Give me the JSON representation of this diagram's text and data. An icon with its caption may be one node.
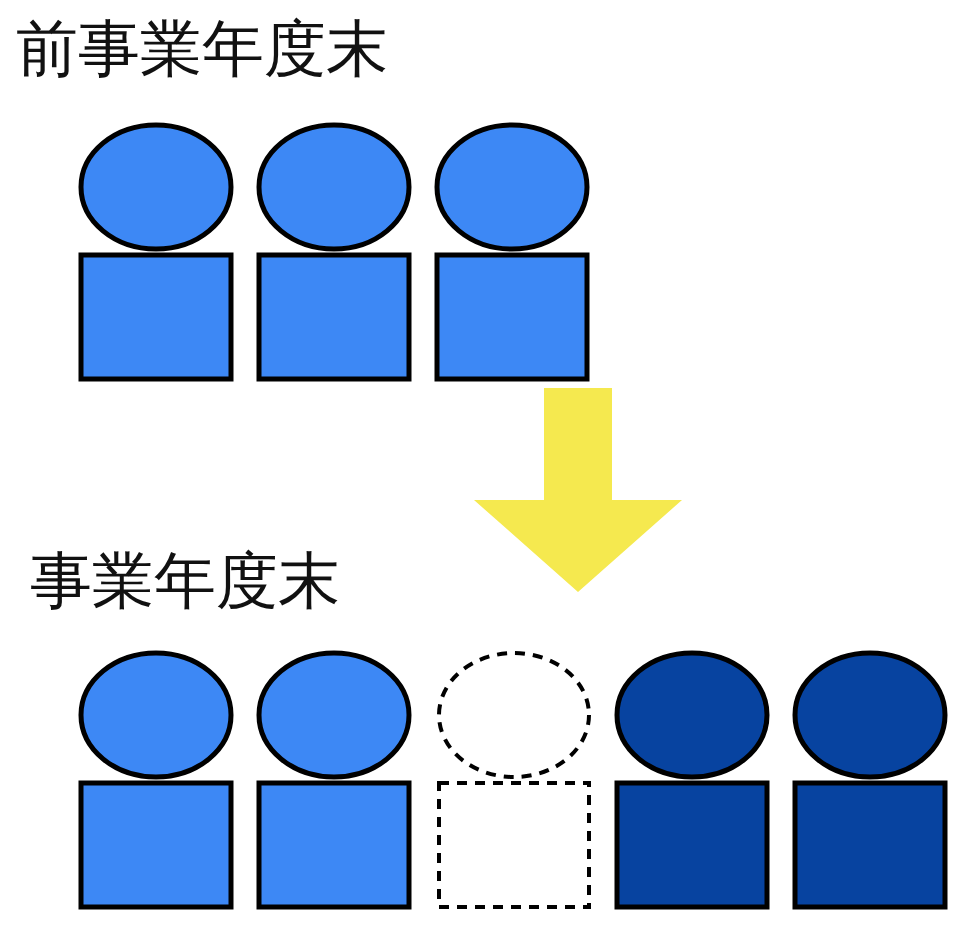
{
  "diagram": {
    "nodes": [
      {
        "text": [],
        "shape": "person"
      },
      {
        "text": [],
        "shape": "person"
      },
      {
        "text": [],
        "shape": "person"
      },
      {
        "text": [],
        "shape": "person"
      },
      {
        "text": [],
        "shape": "person"
      },
      {
        "text": [],
        "shape": "person"
      },
      {
        "text": [],
        "shape": "person"
      },
      {
        "text": [],
        "shape": "person"
      }
    ],
    "edges": [],
    "labels": [
      "前事業年度末",
      "事業年度末"
    ]
  }
}
